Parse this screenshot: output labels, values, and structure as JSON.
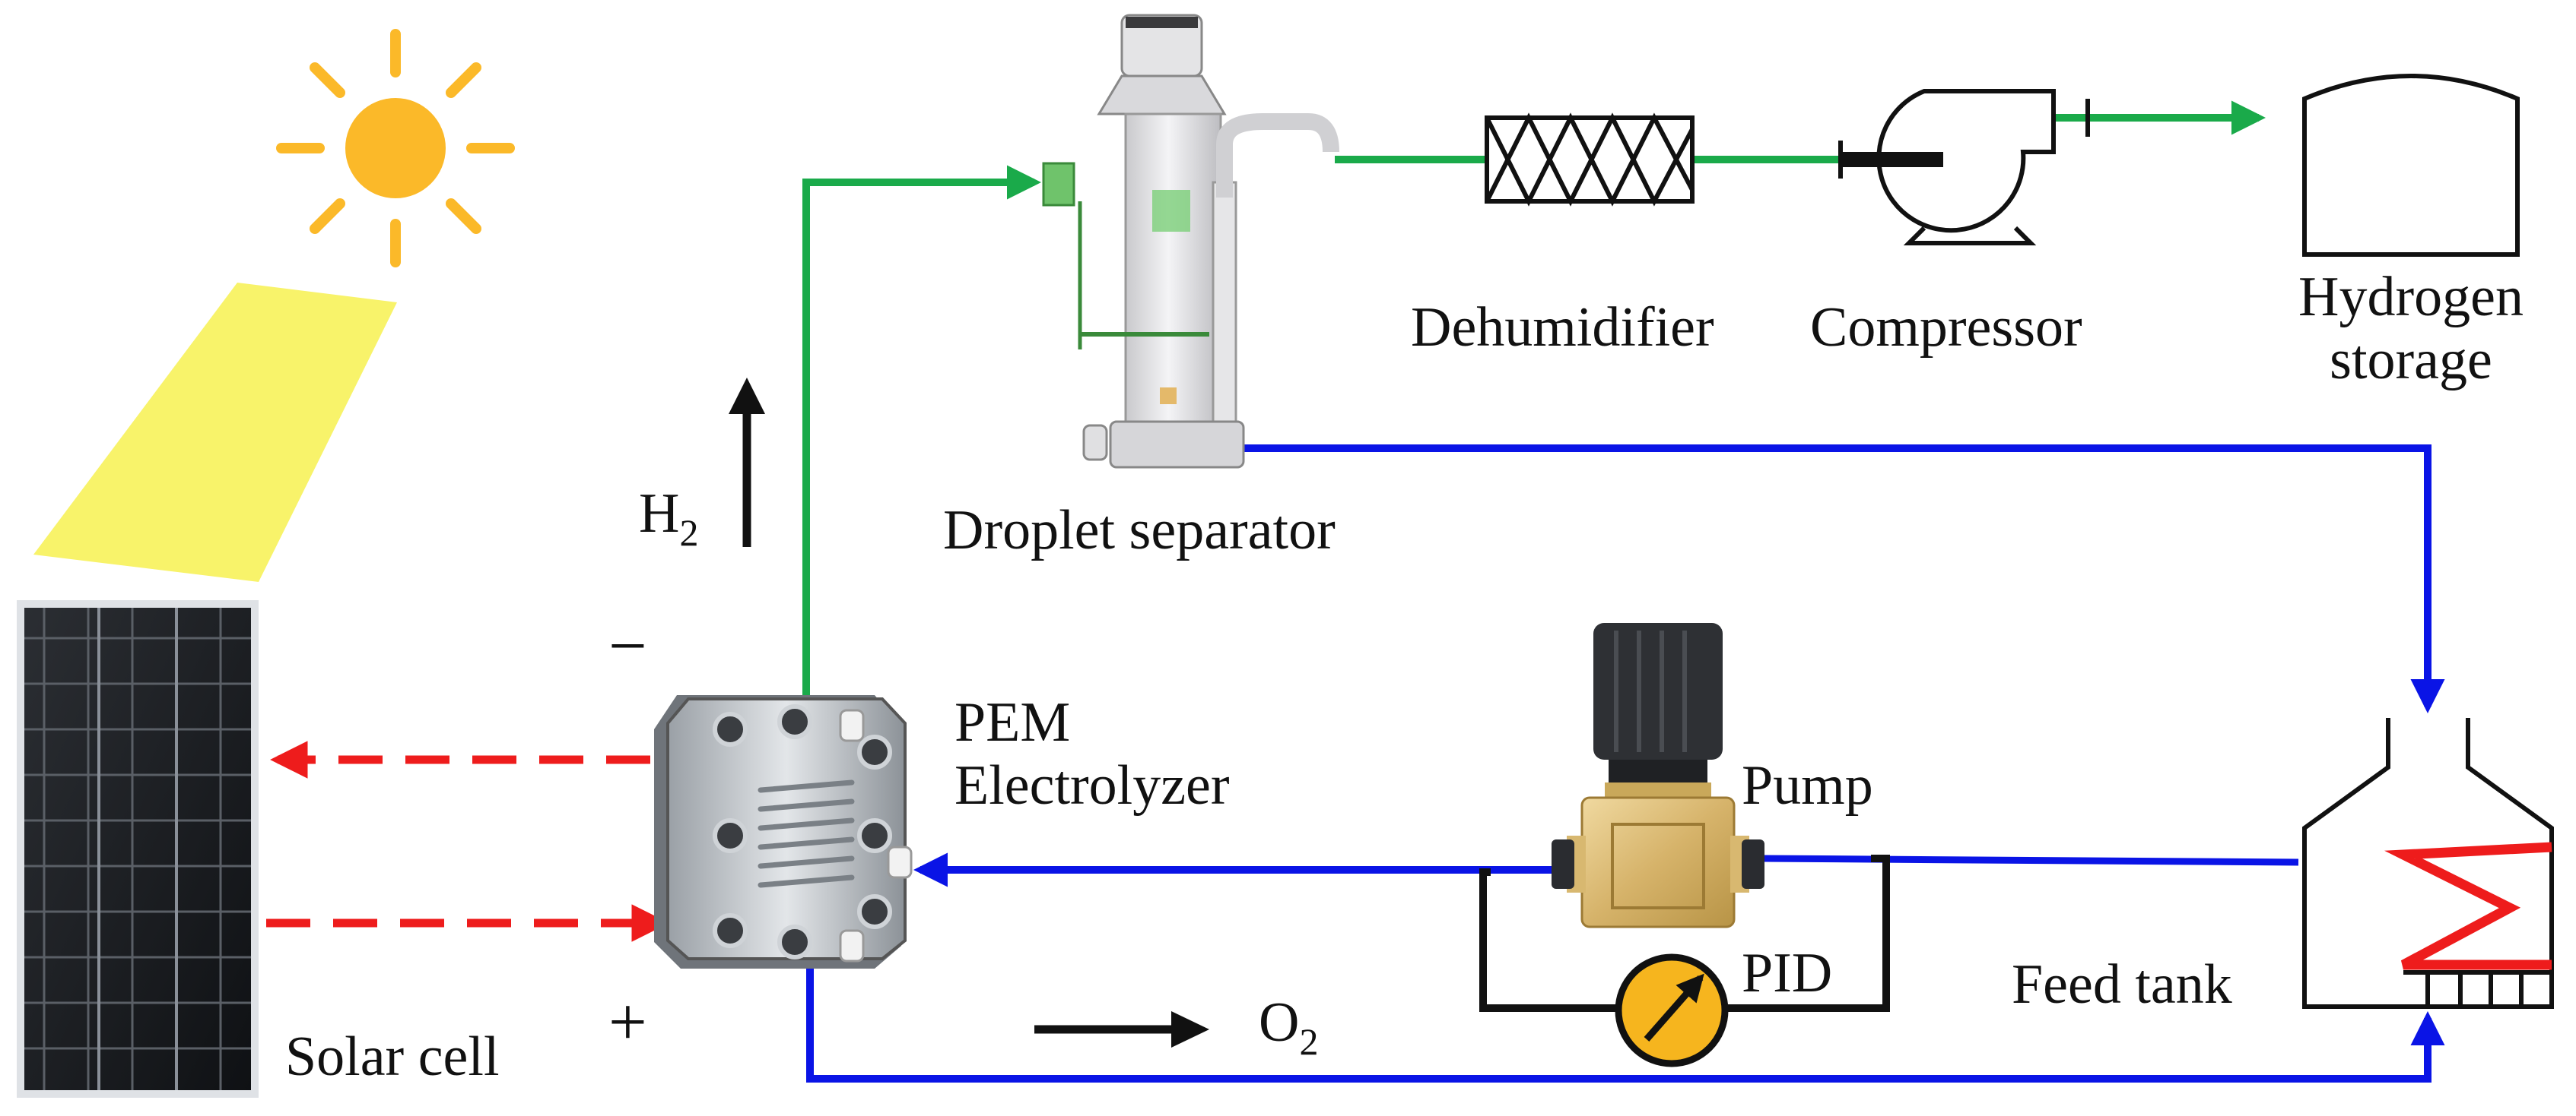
{
  "labels": {
    "solar_cell": "Solar cell",
    "pem_line1": "PEM",
    "pem_line2": "Electrolyzer",
    "droplet_separator": "Droplet separator",
    "dehumidifier": "Dehumidifier",
    "compressor": "Compressor",
    "storage_line1": "Hydrogen",
    "storage_line2": "storage",
    "pump": "Pump",
    "pid": "PID",
    "feed_tank": "Feed tank",
    "h2_base": "H",
    "h2_sub": "2",
    "o2_base": "O",
    "o2_sub": "2",
    "minus": "−",
    "plus": "+"
  },
  "colors": {
    "hydrogen_line": "#1aaa4a",
    "water_line": "#0a14e6",
    "electric_line": "#ee1c1c",
    "sun": "#fbb929",
    "light_beam": "#f8f36a",
    "heater": "#ee1c1c",
    "gauge": "#f6b51e"
  },
  "icons": [
    "sun-icon",
    "solar-panel-icon",
    "electrolyzer-icon",
    "droplet-separator-icon",
    "dehumidifier-icon",
    "compressor-icon",
    "storage-tank-icon",
    "pump-icon",
    "pid-gauge-icon",
    "feed-tank-icon"
  ]
}
